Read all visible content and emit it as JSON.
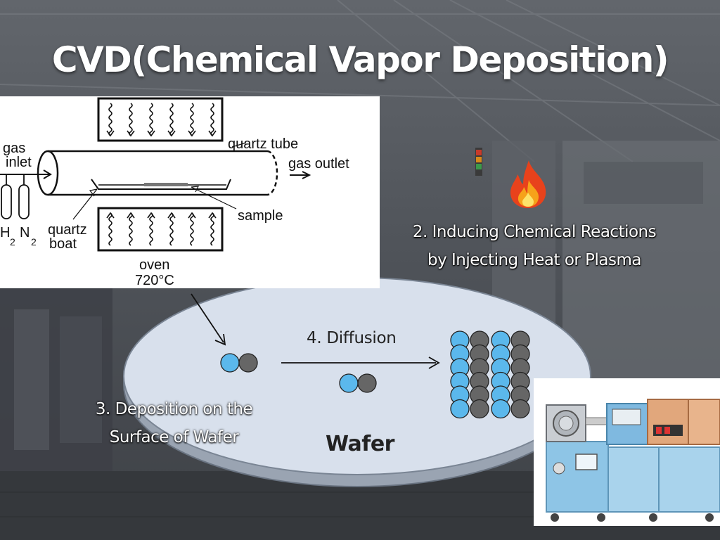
{
  "slide": {
    "title": "CVD(Chemical Vapor Deposition)"
  },
  "schematic": {
    "gas_inlet_line1": "gas",
    "gas_inlet_line2": "inlet",
    "quartz_tube": "quartz tube",
    "gas_outlet": "gas outlet",
    "sample": "sample",
    "quartz_boat_line1": "quartz",
    "quartz_boat_line2": "boat",
    "h2": "H",
    "h2_sub": "2",
    "n2": "N",
    "n2_sub": "2",
    "oven": "oven",
    "oven_temp": "720°C"
  },
  "steps": {
    "step2_line1": "2. Inducing Chemical Reactions",
    "step2_line2": "by Injecting Heat or Plasma",
    "step3_line1": "3. Deposition on the",
    "step3_line2": "Surface of Wafer",
    "step4": "4. Diffusion"
  },
  "wafer": {
    "label": "Wafer"
  },
  "colors": {
    "atom_blue": "#5bb8ec",
    "atom_gray": "#666666",
    "wafer_fill": "#d8e0ec",
    "wafer_edge": "#7a8594",
    "flame_outer": "#e8421c",
    "flame_inner": "#f6a21a"
  },
  "icons": [
    "flame-icon",
    "heater-arrows-icon",
    "gas-cylinder-icon",
    "diffusion-arrow-icon",
    "cvd-furnace-machine-icon"
  ]
}
